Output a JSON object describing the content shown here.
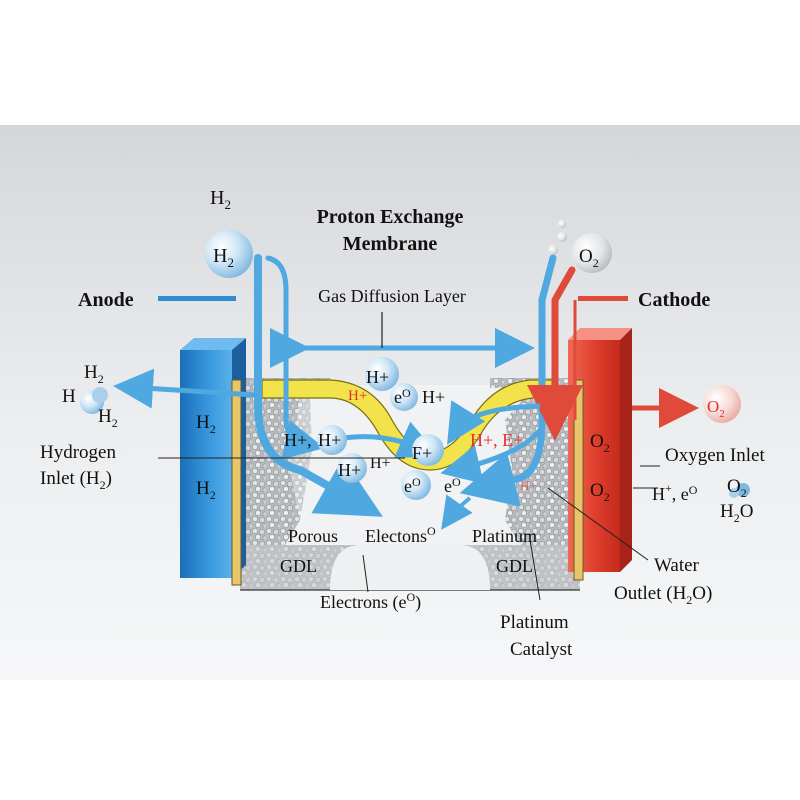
{
  "title_line1": "Proton Exchange",
  "title_line2": "Membrane",
  "gas_diffusion_layer": "Gas Diffusion Layer",
  "anode": "Anode",
  "cathode": "Cathode",
  "h2": "H",
  "sub2": "2",
  "o2": "O",
  "h_plus": "H+",
  "h_plus_comma": "H+,",
  "h_plus_red": "H+",
  "h_plus_e_red": "H+, E+",
  "h_plus_faint": "H+",
  "e_o": "eO",
  "f_plus": "F+",
  "h_label": "H",
  "hydrogen_inlet_line1": "Hydrogen",
  "hydrogen_inlet_line2": "Inlet (H",
  "hydrogen_inlet_close": ")",
  "oxygen_inlet": "Oxygen Inlet",
  "h_plus_e_right": "H+, eO",
  "h2o": "H",
  "h2o_o": "O",
  "porous": "Porous",
  "electons": "Electons",
  "electons_sup": "O",
  "platinum": "Platinum",
  "gdl_left": "GDL",
  "gdl_right": "GDL",
  "electrons_bottom": "Electrons (e",
  "electrons_bottom_sup": "O",
  "electrons_bottom_close": ")",
  "water_line1": "Water",
  "water_line2": "Outlet (H",
  "water_line2_close": "O)",
  "platinum_catalyst_line1": "Platinum",
  "platinum_catalyst_line2": "Catalyst",
  "colors": {
    "anode_blue": "#2f8fd6",
    "cathode_red": "#e04a3a",
    "membrane_yellow": "#f2e34a",
    "flow_blue": "#4fa8e0"
  }
}
